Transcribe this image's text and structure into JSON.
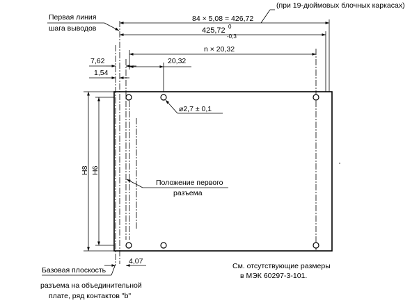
{
  "labels": {
    "first_line_1": "Первая линия",
    "first_line_2": "шага выводов",
    "note_19inch": "(при 19-дюймовых блочных каркасах)",
    "dim_total": "84 × 5,08 = 426,72",
    "dim_tol_value": "425,72",
    "dim_tol_upper": "0",
    "dim_tol_lower": "-0,3",
    "dim_n_pitch": "n × 20,32",
    "dim_pitch": "20,32",
    "dim_762": "7,62",
    "dim_154": "1,54",
    "hole_diam": "⌀2,7 ± 0,1",
    "h8": "H8",
    "h6": "H6",
    "connector_pos_1": "Положение первого",
    "connector_pos_2": "разъема",
    "dim_407": "4,07",
    "base_plane_1": "Базовая плоскость",
    "base_plane_2": "разъема на объединительной",
    "base_plane_3": "плате, ряд контактов \"b\"",
    "missing_dims_1": "См. отсутствующие размеры",
    "missing_dims_2": "в МЭК 60297-3-101."
  }
}
